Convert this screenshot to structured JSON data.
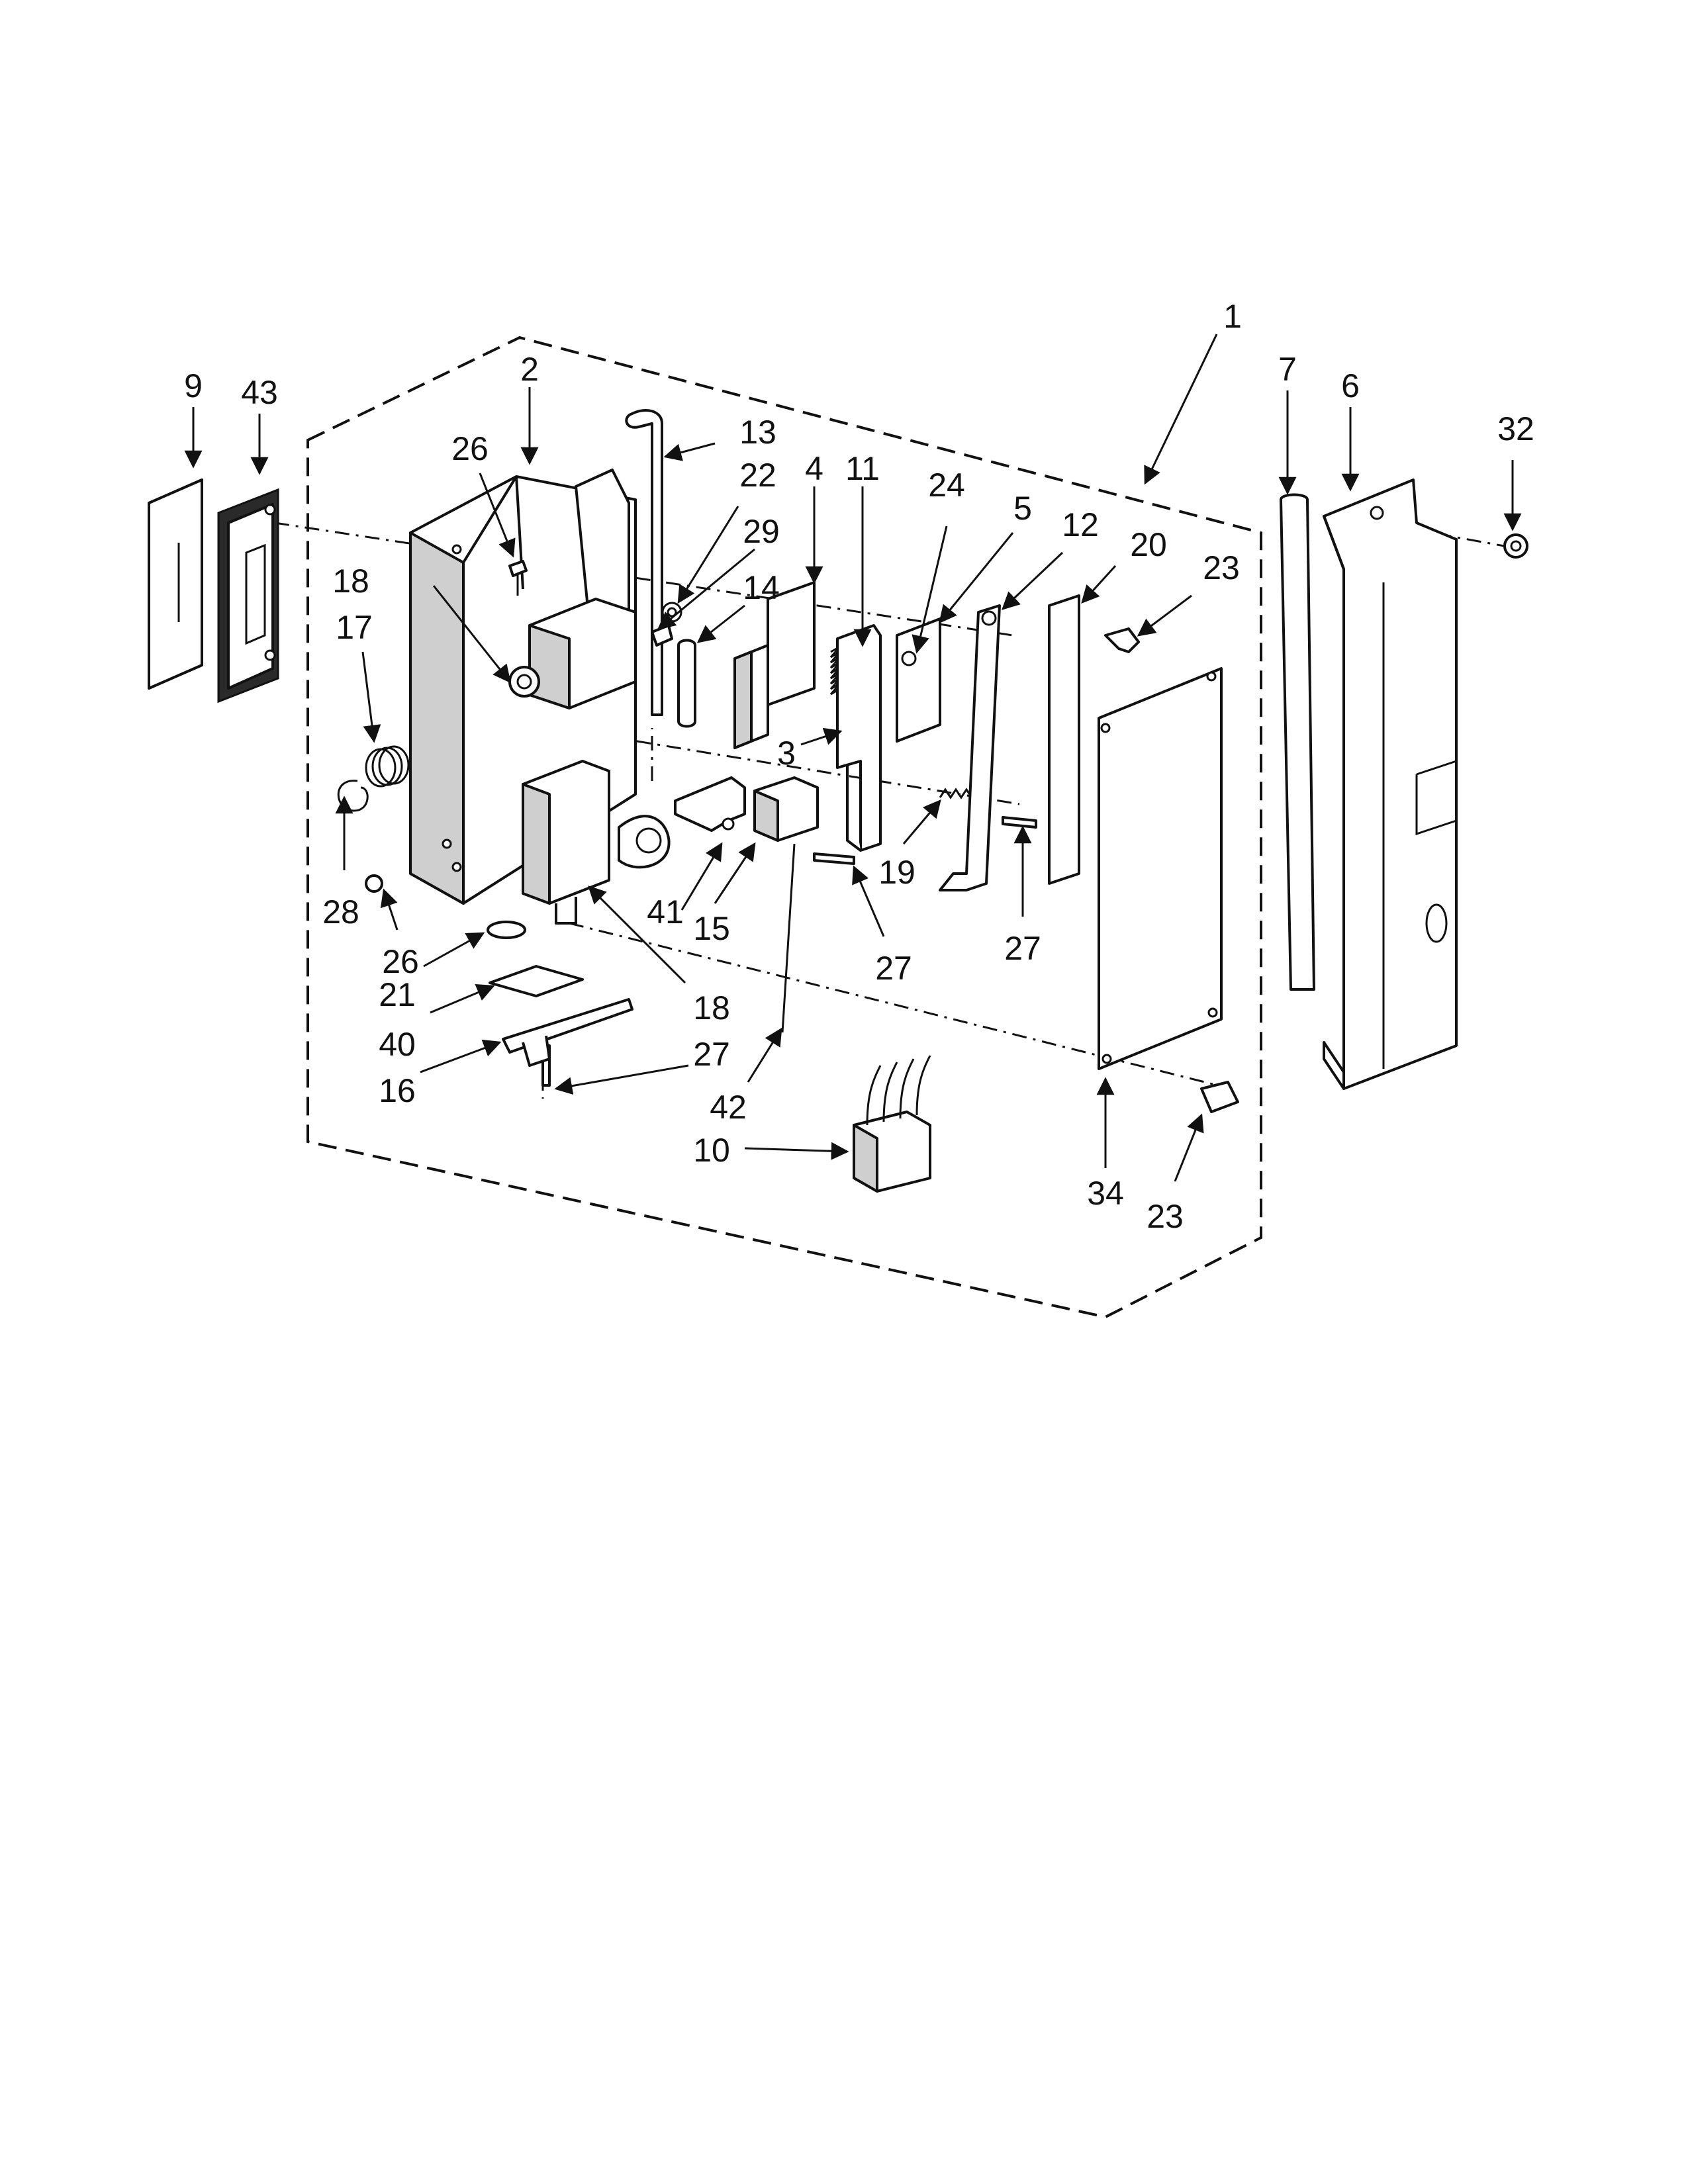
{
  "callouts": [
    {
      "id": "c1",
      "text": "1"
    },
    {
      "id": "c2",
      "text": "2"
    },
    {
      "id": "c3",
      "text": "3"
    },
    {
      "id": "c4",
      "text": "4"
    },
    {
      "id": "c5",
      "text": "5"
    },
    {
      "id": "c6",
      "text": "6"
    },
    {
      "id": "c7",
      "text": "7"
    },
    {
      "id": "c9",
      "text": "9"
    },
    {
      "id": "c10",
      "text": "10"
    },
    {
      "id": "c11",
      "text": "11"
    },
    {
      "id": "c12",
      "text": "12"
    },
    {
      "id": "c13",
      "text": "13"
    },
    {
      "id": "c14",
      "text": "14"
    },
    {
      "id": "c15",
      "text": "15"
    },
    {
      "id": "c16",
      "text": "16"
    },
    {
      "id": "c17",
      "text": "17"
    },
    {
      "id": "c18a",
      "text": "18"
    },
    {
      "id": "c18b",
      "text": "18"
    },
    {
      "id": "c19",
      "text": "19"
    },
    {
      "id": "c20",
      "text": "20"
    },
    {
      "id": "c21",
      "text": "21"
    },
    {
      "id": "c22",
      "text": "22"
    },
    {
      "id": "c23a",
      "text": "23"
    },
    {
      "id": "c23b",
      "text": "23"
    },
    {
      "id": "c24",
      "text": "24"
    },
    {
      "id": "c26a",
      "text": "26"
    },
    {
      "id": "c26b",
      "text": "26"
    },
    {
      "id": "c27a",
      "text": "27"
    },
    {
      "id": "c27b",
      "text": "27"
    },
    {
      "id": "c27c",
      "text": "27"
    },
    {
      "id": "c28",
      "text": "28"
    },
    {
      "id": "c29",
      "text": "29"
    },
    {
      "id": "c32",
      "text": "32"
    },
    {
      "id": "c34",
      "text": "34"
    },
    {
      "id": "c40",
      "text": "40"
    },
    {
      "id": "c41",
      "text": "41"
    },
    {
      "id": "c42",
      "text": "42"
    },
    {
      "id": "c43",
      "text": "43"
    }
  ]
}
